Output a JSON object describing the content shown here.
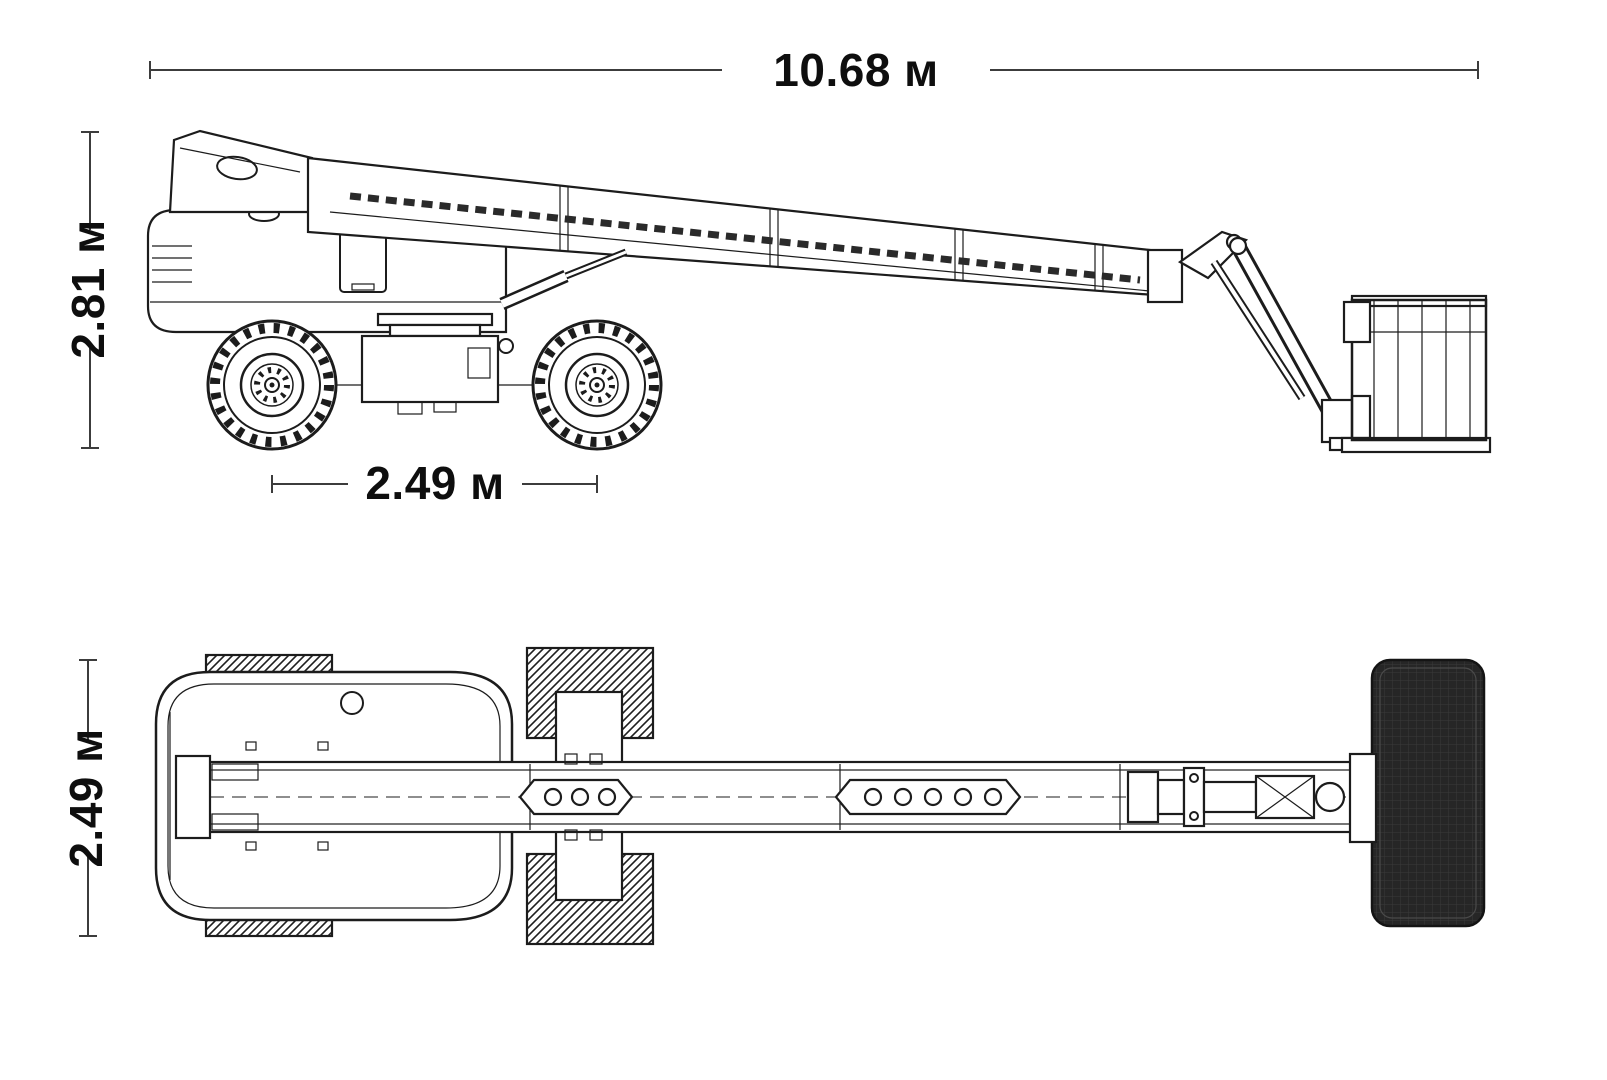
{
  "diagram": {
    "title": "Telescopic boom lift dimension drawing",
    "views": {
      "side_view": "side view",
      "plan_view": "top view"
    },
    "dimensions": {
      "overall_length": "10.68 м",
      "overall_height": "2.81 м",
      "wheelbase": "2.49 м",
      "overall_width": "2.49 м"
    },
    "units": "м",
    "colors": {
      "line": "#1c1c1c",
      "dimension_line": "#3c3c3c",
      "text": "#0e0e0e",
      "platform_fill": "#262626",
      "platform_grid": "#3a3a3a",
      "background": "#ffffff"
    }
  }
}
